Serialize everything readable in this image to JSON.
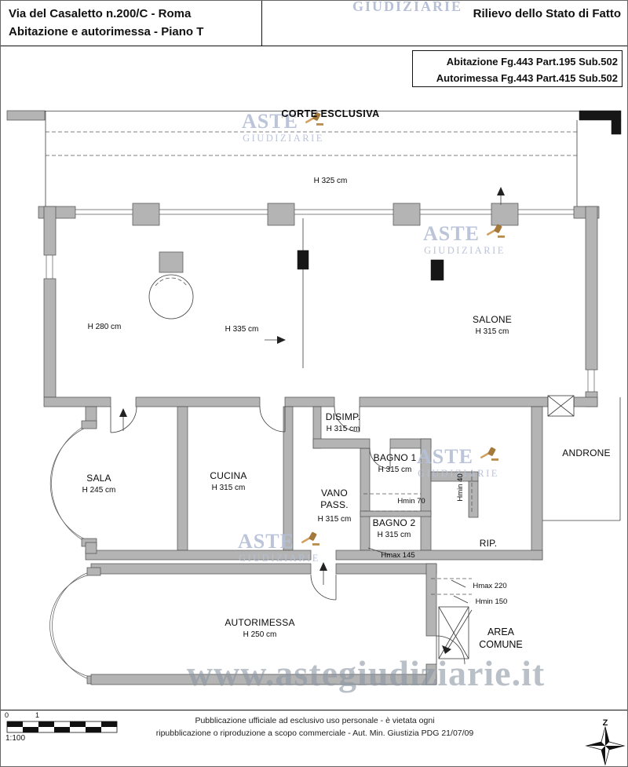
{
  "header": {
    "address_line1": "Via del Casaletto n.200/C - Roma",
    "address_line2": "Abitazione e autorimessa - Piano T",
    "survey_title": "Rilievo dello Stato di Fatto",
    "cadastre_line1": "Abitazione Fg.443 Part.195 Sub.502",
    "cadastre_line2": "Autorimessa Fg.443 Part.415 Sub.502"
  },
  "plan": {
    "corte": {
      "name": "CORTE ESCLUSIVA",
      "height": "H 325 cm"
    },
    "zones": {
      "h280": "H 280 cm",
      "h335": "H 335 cm"
    },
    "rooms": {
      "salone": {
        "name": "SALONE",
        "height": "H 315 cm"
      },
      "disimp": {
        "name": "DISIMP.",
        "height": "H 315 cm"
      },
      "bagno1": {
        "name": "BAGNO 1",
        "height": "H 315 cm"
      },
      "sala": {
        "name": "SALA",
        "height": "H 245 cm"
      },
      "cucina": {
        "name": "CUCINA",
        "height": "H 315 cm"
      },
      "vano_passante": {
        "name_line1": "VANO",
        "name_line2": "PASS.",
        "height": "H 315 cm"
      },
      "bagno2": {
        "name": "BAGNO 2",
        "height": "H 315 cm"
      },
      "rip": {
        "name": "RIP."
      },
      "androne": {
        "name": "ANDRONE"
      },
      "autorimessa": {
        "name": "AUTORIMESSA",
        "height": "H 250 cm"
      },
      "area_comune": {
        "name_line1": "AREA",
        "name_line2": "COMUNE"
      }
    },
    "dims": {
      "hmin70": "Hmin 70",
      "hmax145": "Hmax 145",
      "hmin40": "Hmin 40",
      "hmax220": "Hmax 220",
      "hmin150": "Hmin 150"
    }
  },
  "watermark": {
    "aste": "ASTE",
    "giudiziarie": "GIUDIZIARIE",
    "url": "www.astegiudiziarie.it"
  },
  "footer": {
    "scale_tick_0": "0",
    "scale_tick_1": "1",
    "scale_ratio": "1:100",
    "disclaimer_line1": "Pubblicazione ufficiale ad esclusivo uso personale - è vietata ogni",
    "disclaimer_line2": "ripubblicazione o riproduzione a scopo commerciale - Aut. Min. Giustizia PDG 21/07/09",
    "compass_letter": "Z"
  }
}
